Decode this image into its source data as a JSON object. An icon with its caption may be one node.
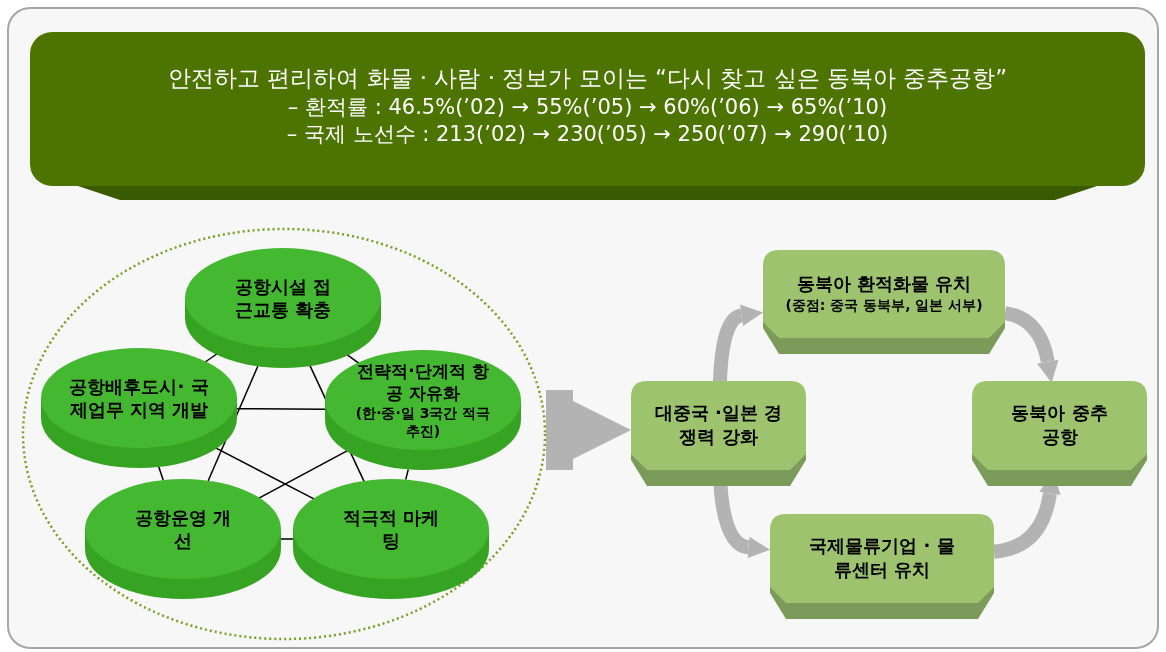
{
  "diagram": {
    "nodes": [
      {
        "text": [
          "안전하고 편리하여 화물 · 사람 · 정보가 모이는 “다시 찾고 싶은 동북아 중추공항”",
          "– 환적률 : 46.5%(’02) → 55%(’05) → 60%(’06) → 65%(’10)",
          "– 국제 노선수 : 213(’02) → 230(’05) → 250(’07) → 290(’10)"
        ]
      },
      {
        "text": [],
        "shape": "ellipse"
      },
      {
        "text": [
          "공항시설 접근교통 확충"
        ],
        "in": 1
      },
      {
        "text": [
          "공항배후도시· 국제업무 지역 개발"
        ],
        "in": 1
      },
      {
        "text": [
          "전략적·단계적 항공 자유화",
          "(한·중·일 3국간 적극추진)"
        ],
        "in": 1
      },
      {
        "text": [
          "공항운영 개선"
        ],
        "in": 1
      },
      {
        "text": [
          "적극적 마케팅"
        ],
        "in": 1
      },
      {
        "text": [
          "대중국 ·일본 경쟁력 강화"
        ]
      },
      {
        "text": [
          "동북아 환적화물 유치",
          "(중점: 중국 동북부, 일본 서부)"
        ]
      },
      {
        "text": [
          "동북아 중추공항"
        ]
      },
      {
        "text": [
          "국제물류기업 · 물류센터 유치"
        ]
      }
    ],
    "edges": [
      {
        "from": 2,
        "to": 3,
        "arrow": "none"
      },
      {
        "from": 2,
        "to": 4,
        "arrow": "none"
      },
      {
        "from": 3,
        "to": 5,
        "arrow": "none"
      },
      {
        "from": 4,
        "to": 6,
        "arrow": "none"
      },
      {
        "from": 5,
        "to": 6,
        "arrow": "none"
      },
      {
        "from": 2,
        "to": 5,
        "arrow": "none"
      },
      {
        "from": 2,
        "to": 6,
        "arrow": "none"
      },
      {
        "from": 3,
        "to": 4,
        "arrow": "none"
      },
      {
        "from": 3,
        "to": 6,
        "arrow": "none"
      },
      {
        "from": 4,
        "to": 5,
        "arrow": "none"
      },
      {
        "from": 1,
        "to": 7,
        "arrow": "to",
        "style": "thick",
        "color": "#b3b3b3"
      },
      {
        "from": 7,
        "to": 8,
        "arrow": "to",
        "style": "thick",
        "color": "#b3b3b3"
      },
      {
        "from": 8,
        "to": 9,
        "arrow": "to",
        "style": "thick",
        "color": "#b3b3b3"
      },
      {
        "from": 7,
        "to": 10,
        "arrow": "to",
        "style": "thick",
        "color": "#b3b3b3"
      },
      {
        "from": 10,
        "to": 9,
        "arrow": "to",
        "style": "thick",
        "color": "#b3b3b3"
      }
    ]
  }
}
